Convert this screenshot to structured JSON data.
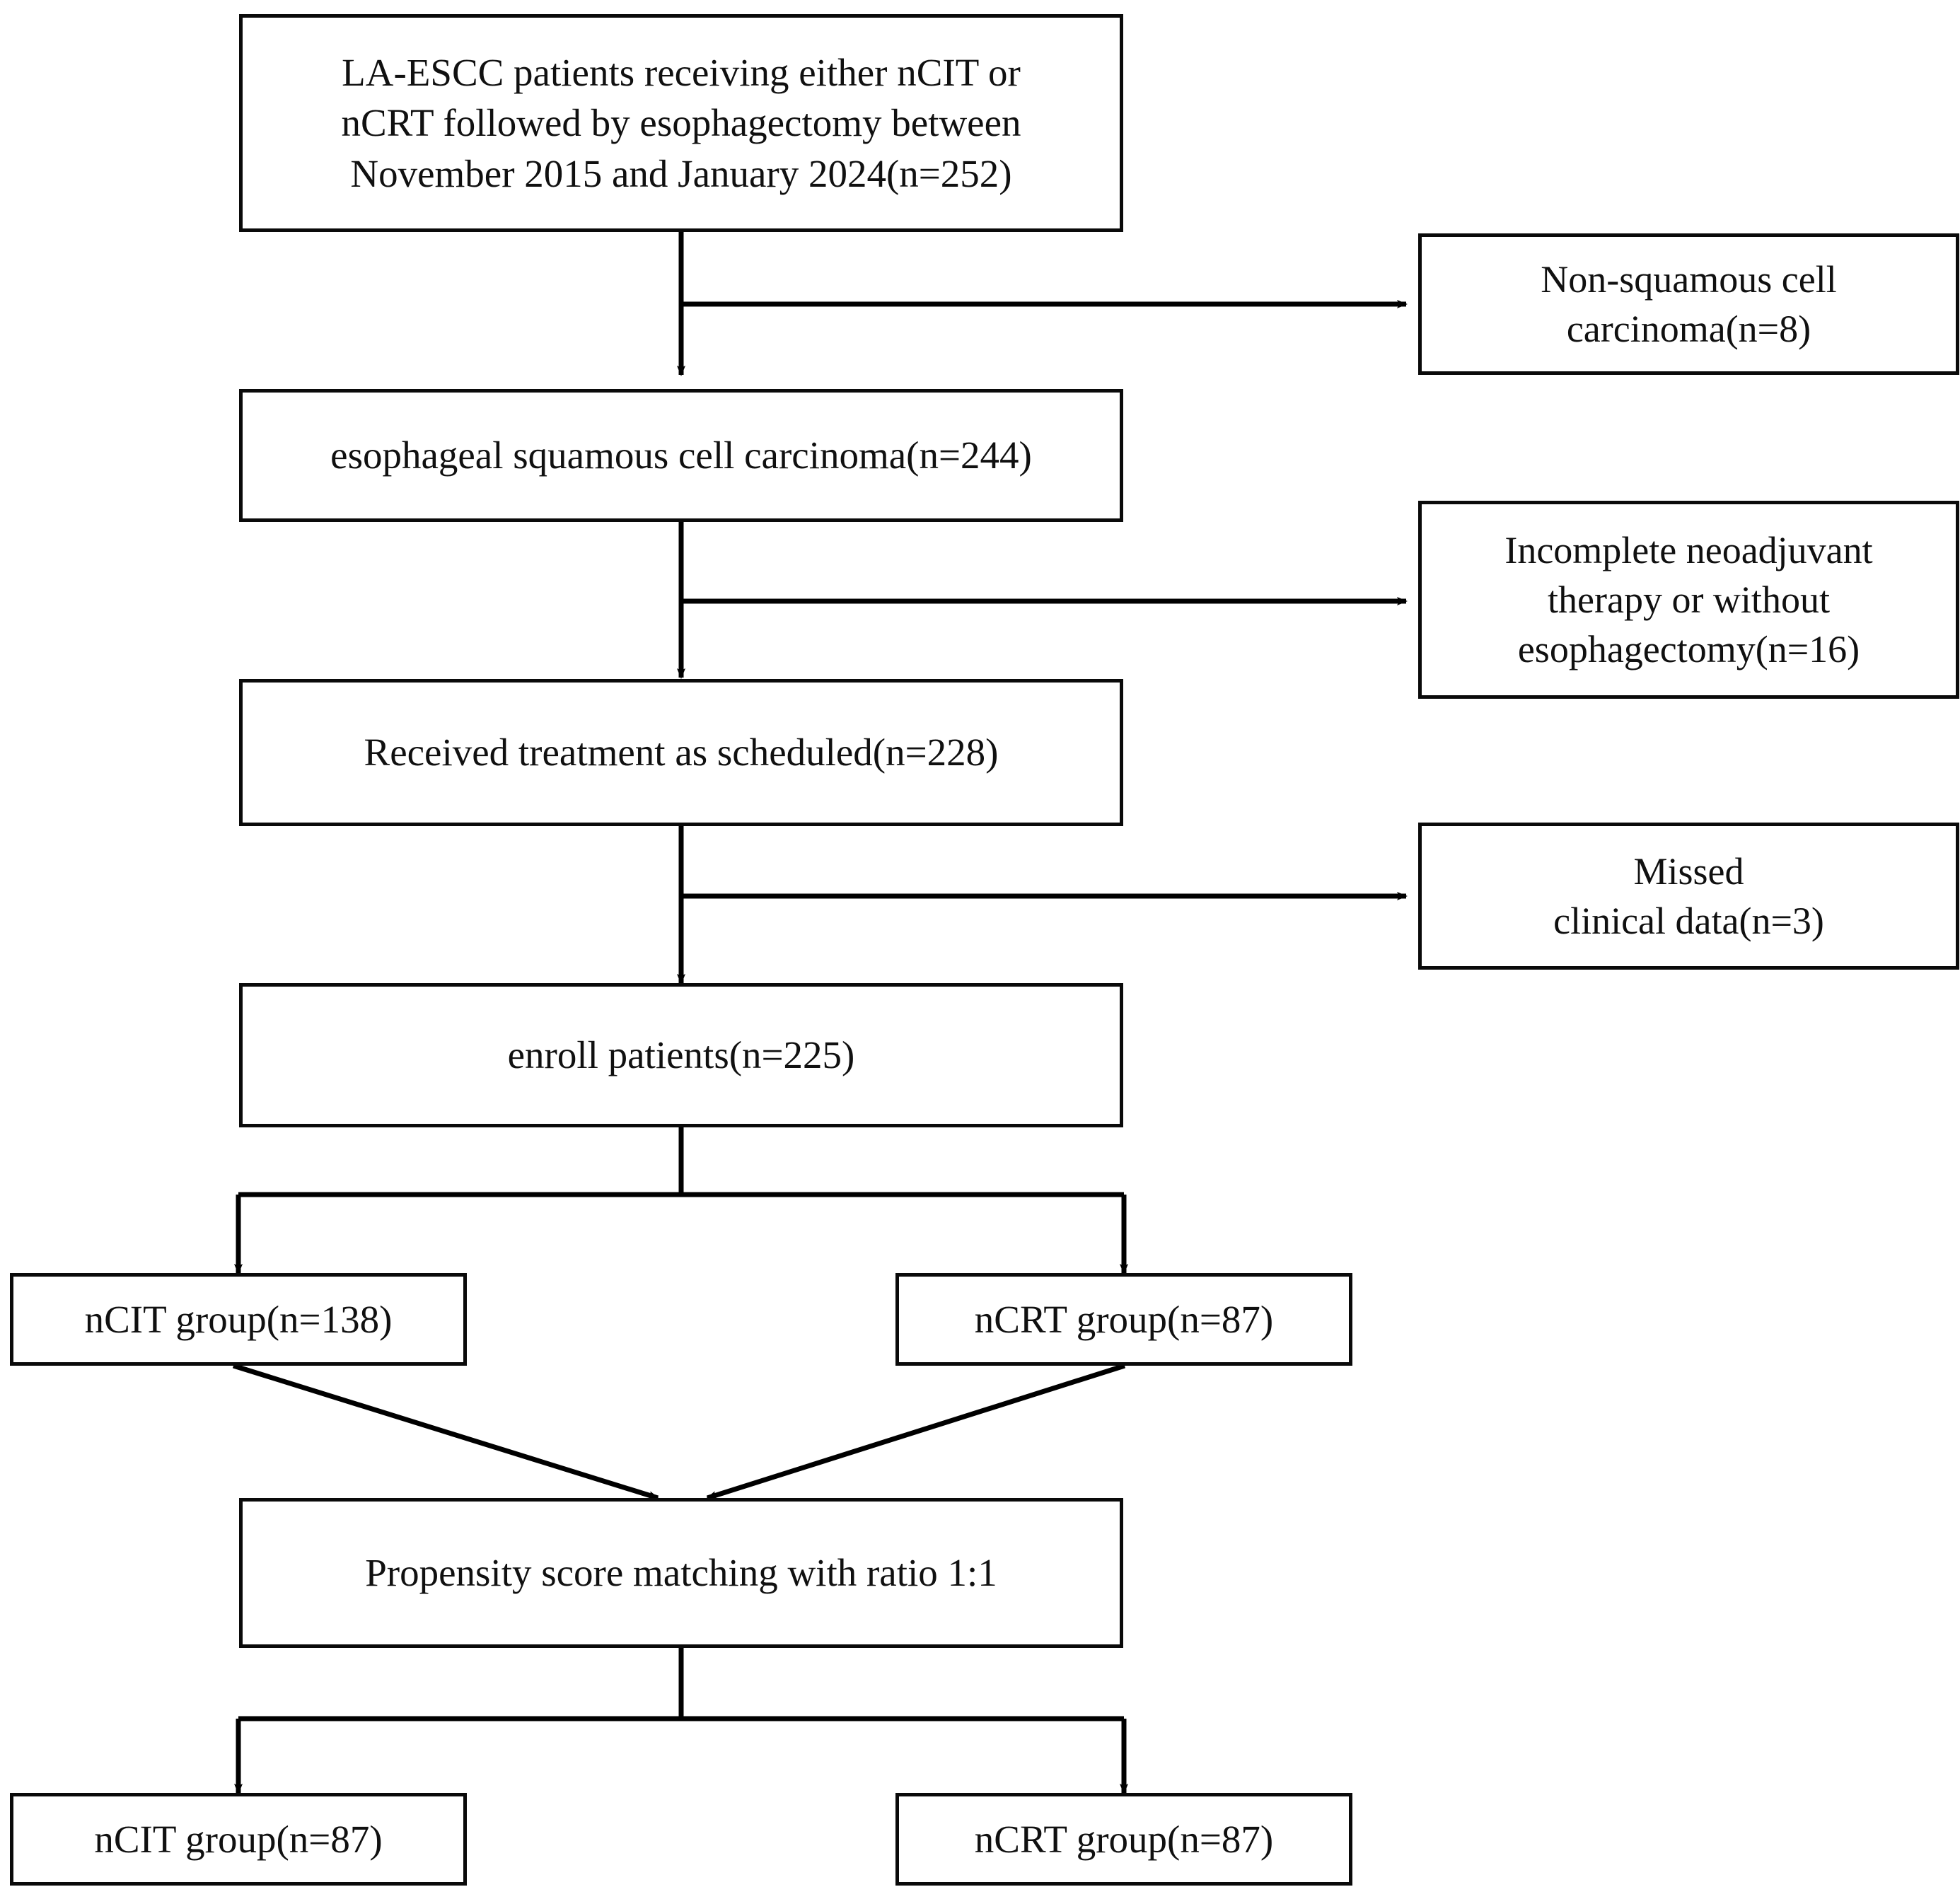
{
  "diagram": {
    "type": "flowchart",
    "title": "CONSORT-style patient selection flow diagram",
    "colors": {
      "box_border": "#0a0a0a",
      "box_fill": "#ffffff",
      "connector": "#000000",
      "text": "#101010",
      "page_background": "#ffffff"
    },
    "nodes": [
      {
        "id": "source-cohort",
        "text": "LA-ESCC patients receiving either nCIT or\nnCRT followed by esophagectomy between\nNovember 2015 and January 2024(n=252)",
        "n": 252,
        "column": "main"
      },
      {
        "id": "excl-nonsquamous",
        "text": "Non-squamous cell\ncarcinoma(n=8)",
        "n": 8,
        "column": "exclusion"
      },
      {
        "id": "escc",
        "text": "esophageal squamous cell carcinoma(n=244)",
        "n": 244,
        "column": "main"
      },
      {
        "id": "excl-incomplete",
        "text": "Incomplete neoadjuvant\ntherapy or without\nesophagectomy(n=16)",
        "n": 16,
        "column": "exclusion"
      },
      {
        "id": "treated",
        "text": "Received treatment as scheduled(n=228)",
        "n": 228,
        "column": "main"
      },
      {
        "id": "excl-missing",
        "text": "Missed\nclinical data(n=3)",
        "n": 3,
        "column": "exclusion"
      },
      {
        "id": "enrolled",
        "text": "enroll patients(n=225)",
        "n": 225,
        "column": "main"
      },
      {
        "id": "ncit-pre",
        "text": "nCIT group(n=138)",
        "n": 138,
        "column": "left-arm"
      },
      {
        "id": "ncrt-pre",
        "text": "nCRT group(n=87)",
        "n": 87,
        "column": "right-arm"
      },
      {
        "id": "psm",
        "text": "Propensity score matching with ratio 1:1",
        "ratio": "1:1",
        "column": "main"
      },
      {
        "id": "ncit-post",
        "text": "nCIT group(n=87)",
        "n": 87,
        "column": "left-arm"
      },
      {
        "id": "ncrt-post",
        "text": "nCRT group(n=87)",
        "n": 87,
        "column": "right-arm"
      }
    ],
    "edges": [
      {
        "from": "source-cohort",
        "to": "escc",
        "kind": "vertical-arrow"
      },
      {
        "from": "source-cohort",
        "to": "excl-nonsquamous",
        "kind": "branch-right-arrow"
      },
      {
        "from": "escc",
        "to": "treated",
        "kind": "vertical-arrow"
      },
      {
        "from": "escc",
        "to": "excl-incomplete",
        "kind": "branch-right-arrow"
      },
      {
        "from": "treated",
        "to": "enrolled",
        "kind": "vertical-arrow"
      },
      {
        "from": "treated",
        "to": "excl-missing",
        "kind": "branch-right-arrow"
      },
      {
        "from": "enrolled",
        "to": "ncit-pre",
        "kind": "fork-down-arrow"
      },
      {
        "from": "enrolled",
        "to": "ncrt-pre",
        "kind": "fork-down-arrow"
      },
      {
        "from": "ncit-pre",
        "to": "psm",
        "kind": "diagonal-merge-arrow"
      },
      {
        "from": "ncrt-pre",
        "to": "psm",
        "kind": "diagonal-merge-arrow"
      },
      {
        "from": "psm",
        "to": "ncit-post",
        "kind": "fork-down-arrow"
      },
      {
        "from": "psm",
        "to": "ncrt-post",
        "kind": "fork-down-arrow"
      }
    ]
  }
}
